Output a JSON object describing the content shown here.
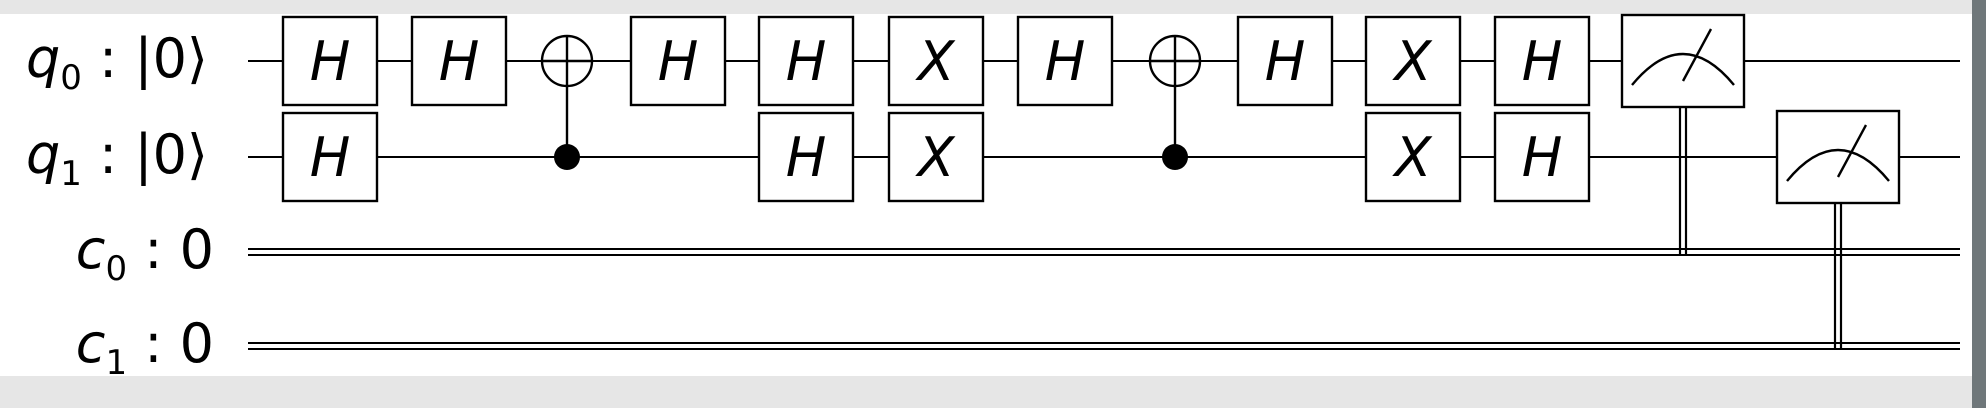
{
  "colors": {
    "background": "#e6e6e6",
    "panel": "#ffffff",
    "ink": "#000000",
    "right_edge_photo": "#6f777a"
  },
  "registers": [
    {
      "kind": "quantum",
      "name": "q",
      "index": "0",
      "sep": ":",
      "init": "|0⟩"
    },
    {
      "kind": "quantum",
      "name": "q",
      "index": "1",
      "sep": ":",
      "init": "|0⟩"
    },
    {
      "kind": "classical",
      "name": "c",
      "index": "0",
      "sep": ":",
      "init": "0"
    },
    {
      "kind": "classical",
      "name": "c",
      "index": "1",
      "sep": ":",
      "init": "0"
    }
  ],
  "columns": [
    [
      {
        "type": "gate",
        "label": "H",
        "wire": 0
      },
      {
        "type": "gate",
        "label": "H",
        "wire": 1
      }
    ],
    [
      {
        "type": "gate",
        "label": "H",
        "wire": 0
      }
    ],
    [
      {
        "type": "cnot",
        "control": 1,
        "target": 0
      }
    ],
    [
      {
        "type": "gate",
        "label": "H",
        "wire": 0
      }
    ],
    [
      {
        "type": "gate",
        "label": "H",
        "wire": 0
      },
      {
        "type": "gate",
        "label": "H",
        "wire": 1
      }
    ],
    [
      {
        "type": "gate",
        "label": "X",
        "wire": 0
      },
      {
        "type": "gate",
        "label": "X",
        "wire": 1
      }
    ],
    [
      {
        "type": "gate",
        "label": "H",
        "wire": 0
      }
    ],
    [
      {
        "type": "cnot",
        "control": 1,
        "target": 0
      }
    ],
    [
      {
        "type": "gate",
        "label": "H",
        "wire": 0
      }
    ],
    [
      {
        "type": "gate",
        "label": "X",
        "wire": 0
      },
      {
        "type": "gate",
        "label": "X",
        "wire": 1
      }
    ],
    [
      {
        "type": "gate",
        "label": "H",
        "wire": 0
      },
      {
        "type": "gate",
        "label": "H",
        "wire": 1
      }
    ],
    [
      {
        "type": "measure",
        "wire": 0,
        "cbit": 0
      }
    ],
    [
      {
        "type": "measure",
        "wire": 1,
        "cbit": 1
      }
    ]
  ]
}
